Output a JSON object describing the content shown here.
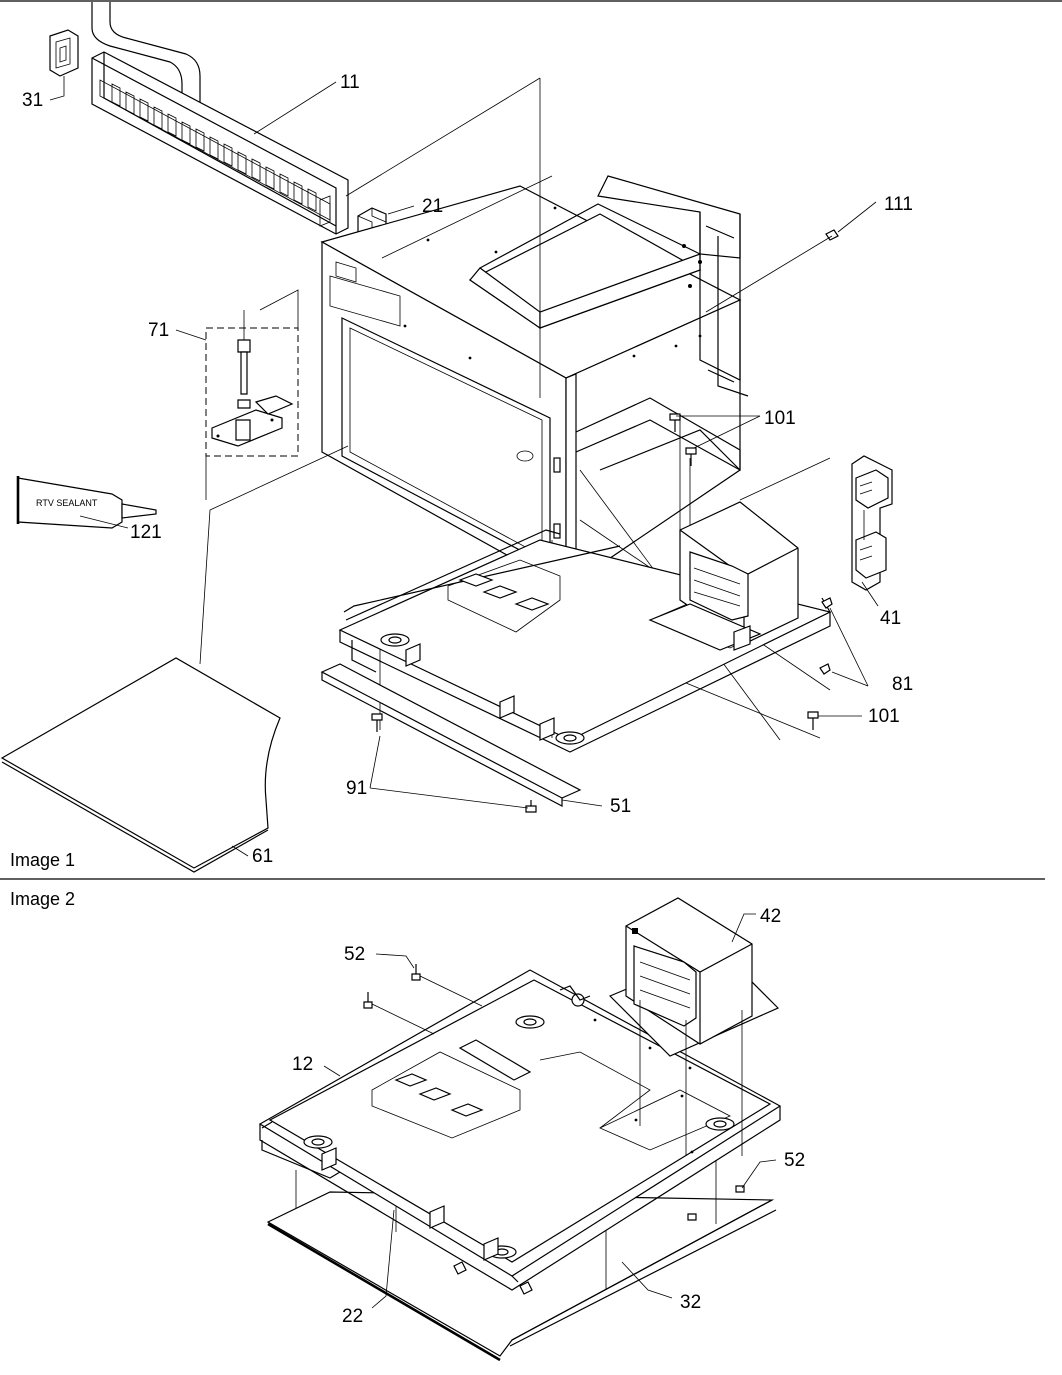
{
  "image1": {
    "caption": "Image 1",
    "sealant_text": "RTV SEALANT",
    "callouts": {
      "c31": "31",
      "c11": "11",
      "c21": "21",
      "c111": "111",
      "c71": "71",
      "c101a": "101",
      "c121": "121",
      "c41": "41",
      "c81": "81",
      "c101b": "101",
      "c91": "91",
      "c51": "51",
      "c61": "61"
    }
  },
  "image2": {
    "caption": "Image 2",
    "callouts": {
      "c52a": "52",
      "c42": "42",
      "c12": "12",
      "c52b": "52",
      "c22": "22",
      "c32": "32"
    }
  }
}
